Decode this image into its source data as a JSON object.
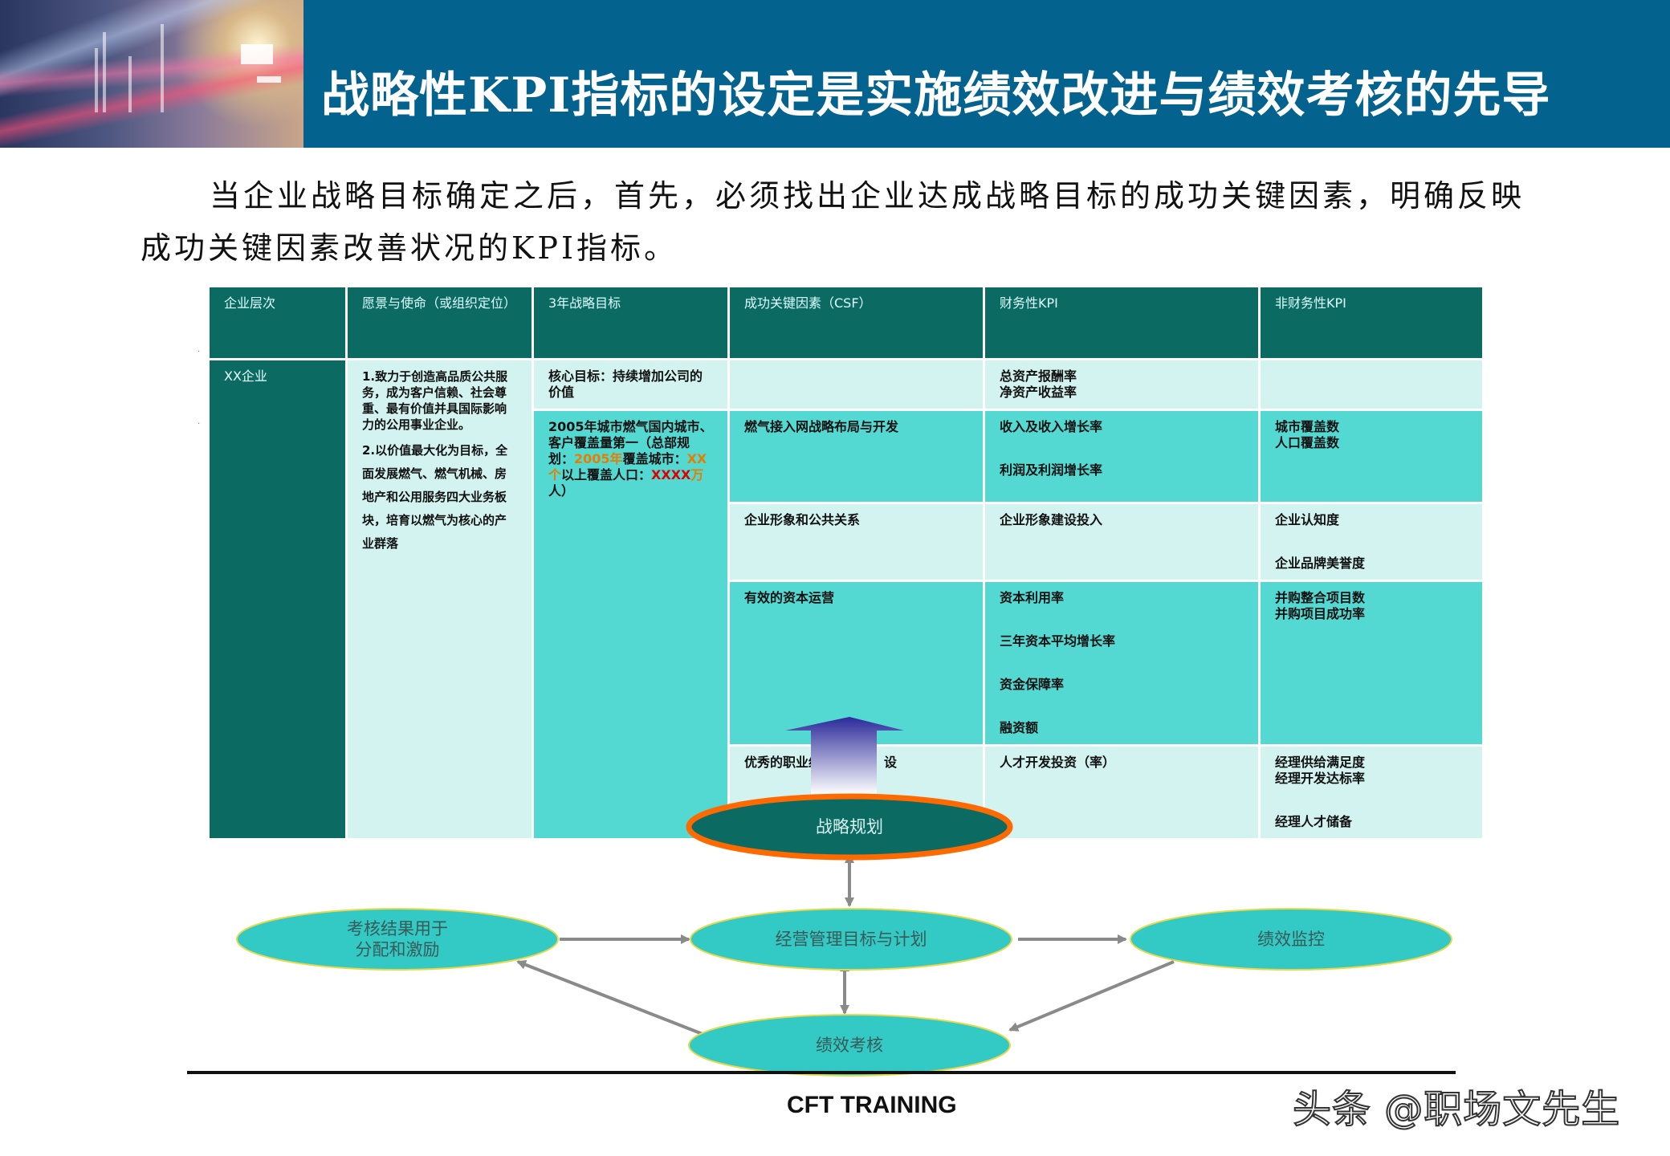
{
  "header": {
    "title": "战略性KPI指标的设定是实施绩效改进与绩效考核的先导"
  },
  "intro": {
    "line1": "当企业战略目标确定之后，首先，必须找出企业达成战略目标的成功关键因素，明确反映",
    "line2": "成功关键因素改善状况的KPI指标。"
  },
  "table": {
    "headers": [
      "企业层次",
      "愿景与使命（或组织定位）",
      "3年战略目标",
      "成功关键因素（CSF）",
      "财务性KPI",
      "非财务性KPI"
    ],
    "level": "XX企业",
    "vision": {
      "p1": "1.致力于创造高品质公共服务，成为客户信赖、社会尊重、最有价值并具国际影响力的公用事业企业。",
      "p2": "2.以价值最大化为目标，全面发展燃气、燃气机械、房地产和公用服务四大业务板块，培育以燃气为核心的产业群落"
    },
    "goal_core": "核心目标：持续增加公司的价值",
    "goal_2005": {
      "part1": "2005年城市燃气国内城市、客户覆盖量第一（总部规划：",
      "part2": "2005年",
      "part3": "覆盖城市：",
      "part4": "XX个",
      "part5": "以上覆盖人口：",
      "part6": "XXXX",
      "part7": "万",
      "part8": "人）"
    },
    "row1": {
      "fin1": "总资产报酬率",
      "fin2": "净资产收益率"
    },
    "row2": {
      "csf": "燃气接入网战略布局与开发",
      "fin1": "收入及收入增长率",
      "fin2": "利润及利润增长率",
      "nonfin1": "城市覆盖数",
      "nonfin2": "人口覆盖数"
    },
    "row3": {
      "csf": "企业形象和公共关系",
      "fin1": "企业形象建设投入",
      "nonfin1": "企业认知度",
      "nonfin2": "企业品牌美誉度"
    },
    "row4": {
      "csf": "有效的资本运营",
      "fin1": "资本利用率",
      "fin2": "三年资本平均增长率",
      "fin3": "资金保障率",
      "fin4": "融资额",
      "nonfin1": "并购整合项目数",
      "nonfin2": "并购项目成功率"
    },
    "row5": {
      "csf_a": "优秀的职业经",
      "csf_b": "设",
      "fin1": "人才开发投资（率）",
      "nonfin1": "经理供给满足度",
      "nonfin2": "经理开发达标率",
      "nonfin3": "经理人才储备"
    }
  },
  "diagram": {
    "strategy": "战略规划",
    "plan": "经营管理目标与计划",
    "monitor": "绩效监控",
    "appraisal": "绩效考核",
    "usage_l1": "考核结果用于",
    "usage_l2": "分配和激励",
    "colors": {
      "ellipse_fill": "#33c9c4",
      "strategy_fill": "#0b6b63",
      "strategy_border": "#ff6a00",
      "arrow": "#8a8a8a"
    }
  },
  "footer": {
    "brand": "CFT TRAINING",
    "watermark": "头条 @职场文先生"
  }
}
